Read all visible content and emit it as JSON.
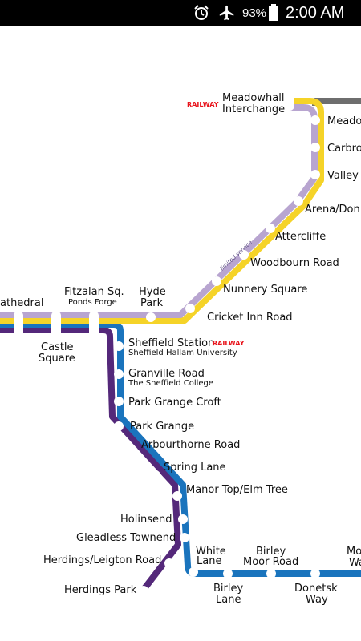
{
  "status_bar": {
    "icons": [
      "alarm-clock-icon",
      "airplane-icon",
      "battery-icon"
    ],
    "battery": "93%",
    "time": "2:00 AM"
  },
  "map": {
    "colors": {
      "yellow_line": "#f5d328",
      "purple_line": "#b8a5d0",
      "blue_line": "#1a74bd",
      "dark_purple_line": "#54287a",
      "grey_line": "#6e6e6e",
      "railway_red": "#e8141b"
    },
    "railway_badge": "RAILWAY",
    "limited_service": "limited service",
    "stations": {
      "meadowhall_1": "Meadowhall",
      "meadowhall_2": "Interchange",
      "meado": "Meado",
      "carbrook": "Carbro",
      "valley": "Valley C",
      "arena": "Arena/Don",
      "attercliffe": "Attercliffe",
      "woodbourn": "Woodbourn Road",
      "nunnery": "Nunnery Square",
      "cricket": "Cricket Inn Road",
      "hyde_1": "Hyde",
      "hyde_2": "Park",
      "fitzalan": "Fitzalan Sq.",
      "ponds": "Ponds Forge",
      "cathedral": "athedral",
      "castle_1": "Castle",
      "castle_2": "Square",
      "sheffield_station": "Sheffield Station",
      "sheffield_hallam": "Sheffield Hallam University",
      "granville": "Granville Road",
      "sheffield_college": "The Sheffield College",
      "park_grange_croft": "Park Grange Croft",
      "park_grange": "Park Grange",
      "arbourthorne": "Arbourthorne Road",
      "spring_lane": "Spring Lane",
      "manor_top": "Manor Top/Elm Tree",
      "holinsend": "Holinsend",
      "gleadless": "Gleadless Townend",
      "herdings_leigton": "Herdings/Leigton Road",
      "herdings_park": "Herdings Park",
      "white_1": "White",
      "white_2": "Lane",
      "birley_moor_1": "Birley",
      "birley_moor_2": "Moor Road",
      "birley_lane_1": "Birley",
      "birley_lane_2": "Lane",
      "donetsk_1": "Donetsk",
      "donetsk_2": "Way",
      "mo_1": "Mo",
      "mo_2": "Wa"
    }
  }
}
